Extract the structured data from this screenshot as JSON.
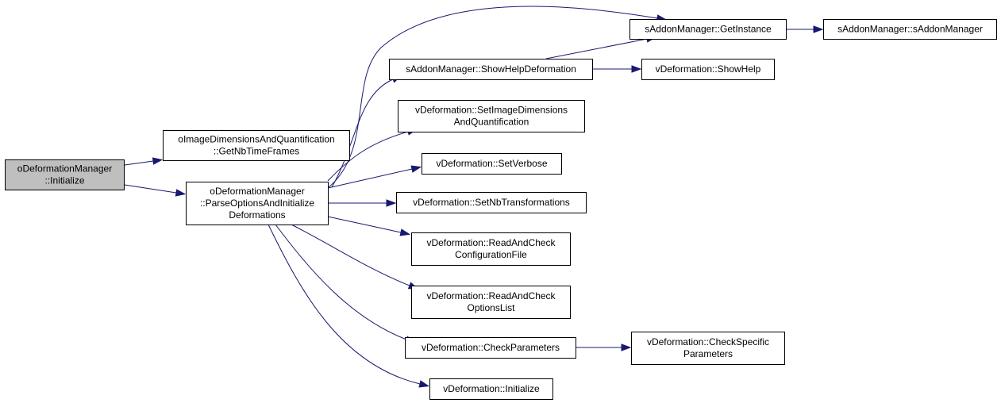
{
  "colors": {
    "edge": "#191970",
    "root_fill": "#bfbfbf",
    "node_fill": "#ffffff",
    "border": "#000000"
  },
  "nodes": [
    {
      "id": "root",
      "lines": [
        "oDeformationManager",
        "::Initialize"
      ],
      "highlight": true
    },
    {
      "id": "getnbtimeframes",
      "lines": [
        "oImageDimensionsAndQuantification",
        "::GetNbTimeFrames"
      ]
    },
    {
      "id": "parseoptions",
      "lines": [
        "oDeformationManager",
        "::ParseOptionsAndInitialize",
        "Deformations"
      ]
    },
    {
      "id": "getinstance",
      "lines": [
        "sAddonManager::GetInstance"
      ]
    },
    {
      "id": "saddonmanager",
      "lines": [
        "sAddonManager::sAddonManager"
      ]
    },
    {
      "id": "showhelpdeformation",
      "lines": [
        "sAddonManager::ShowHelpDeformation"
      ]
    },
    {
      "id": "showhelp",
      "lines": [
        "vDeformation::ShowHelp"
      ]
    },
    {
      "id": "setimagedimensions",
      "lines": [
        "vDeformation::SetImageDimensions",
        "AndQuantification"
      ]
    },
    {
      "id": "setverbose",
      "lines": [
        "vDeformation::SetVerbose"
      ]
    },
    {
      "id": "setnbtransformations",
      "lines": [
        "vDeformation::SetNbTransformations"
      ]
    },
    {
      "id": "readcheckconfig",
      "lines": [
        "vDeformation::ReadAndCheck",
        "ConfigurationFile"
      ]
    },
    {
      "id": "readcheckoptions",
      "lines": [
        "vDeformation::ReadAndCheck",
        "OptionsList"
      ]
    },
    {
      "id": "checkparameters",
      "lines": [
        "vDeformation::CheckParameters"
      ]
    },
    {
      "id": "checkspecific",
      "lines": [
        "vDeformation::CheckSpecific",
        "Parameters"
      ]
    },
    {
      "id": "initialize",
      "lines": [
        "vDeformation::Initialize"
      ]
    }
  ],
  "edges": [
    {
      "from": "root",
      "to": "getnbtimeframes"
    },
    {
      "from": "root",
      "to": "parseoptions"
    },
    {
      "from": "parseoptions",
      "to": "getinstance"
    },
    {
      "from": "parseoptions",
      "to": "showhelpdeformation"
    },
    {
      "from": "parseoptions",
      "to": "setimagedimensions"
    },
    {
      "from": "parseoptions",
      "to": "setverbose"
    },
    {
      "from": "parseoptions",
      "to": "setnbtransformations"
    },
    {
      "from": "parseoptions",
      "to": "readcheckconfig"
    },
    {
      "from": "parseoptions",
      "to": "readcheckoptions"
    },
    {
      "from": "parseoptions",
      "to": "checkparameters"
    },
    {
      "from": "parseoptions",
      "to": "initialize"
    },
    {
      "from": "getinstance",
      "to": "saddonmanager"
    },
    {
      "from": "showhelpdeformation",
      "to": "getinstance"
    },
    {
      "from": "showhelpdeformation",
      "to": "showhelp"
    },
    {
      "from": "checkparameters",
      "to": "checkspecific"
    }
  ]
}
